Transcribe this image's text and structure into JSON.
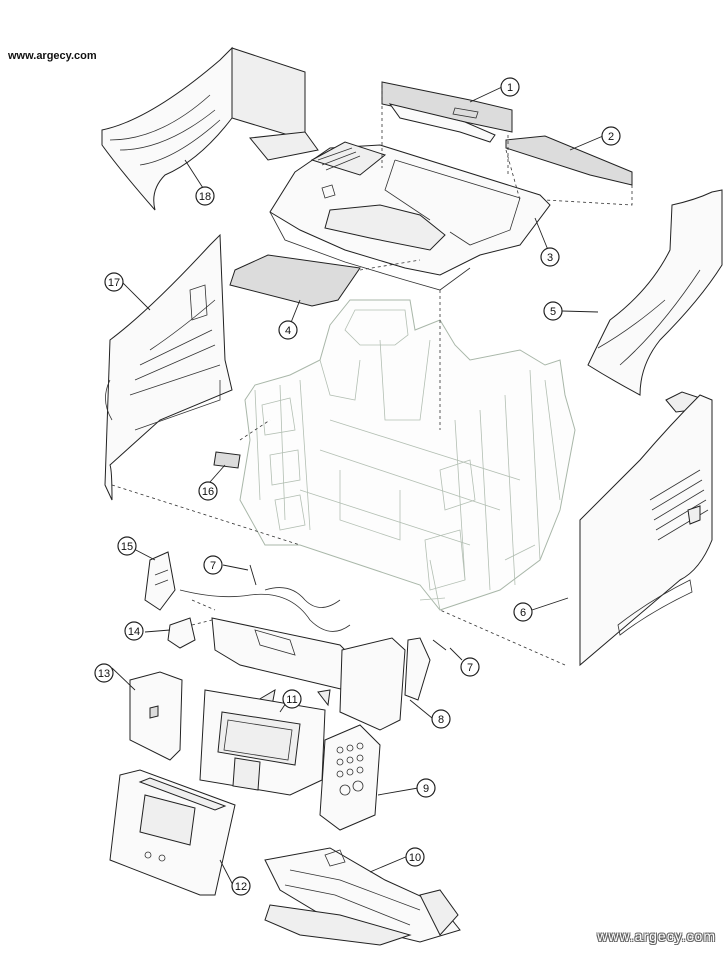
{
  "watermark_top": "www.argecy.com",
  "watermark_bottom": "www.argecy.com",
  "callouts": [
    {
      "num": "1",
      "label": "1"
    },
    {
      "num": "2",
      "label": "2"
    },
    {
      "num": "3",
      "label": "3"
    },
    {
      "num": "4",
      "label": "4"
    },
    {
      "num": "5",
      "label": "5"
    },
    {
      "num": "6",
      "label": "6"
    },
    {
      "num": "7a",
      "label": "7"
    },
    {
      "num": "7b",
      "label": "7"
    },
    {
      "num": "8",
      "label": "8"
    },
    {
      "num": "9",
      "label": "9"
    },
    {
      "num": "10",
      "label": "10"
    },
    {
      "num": "11",
      "label": "11"
    },
    {
      "num": "12",
      "label": "12"
    },
    {
      "num": "13",
      "label": "13"
    },
    {
      "num": "14",
      "label": "14"
    },
    {
      "num": "15",
      "label": "15"
    },
    {
      "num": "16",
      "label": "16"
    },
    {
      "num": "17",
      "label": "17"
    },
    {
      "num": "18",
      "label": "18"
    }
  ],
  "colors": {
    "line": "#222222",
    "frame": "#a9b7a9",
    "background": "#ffffff"
  }
}
